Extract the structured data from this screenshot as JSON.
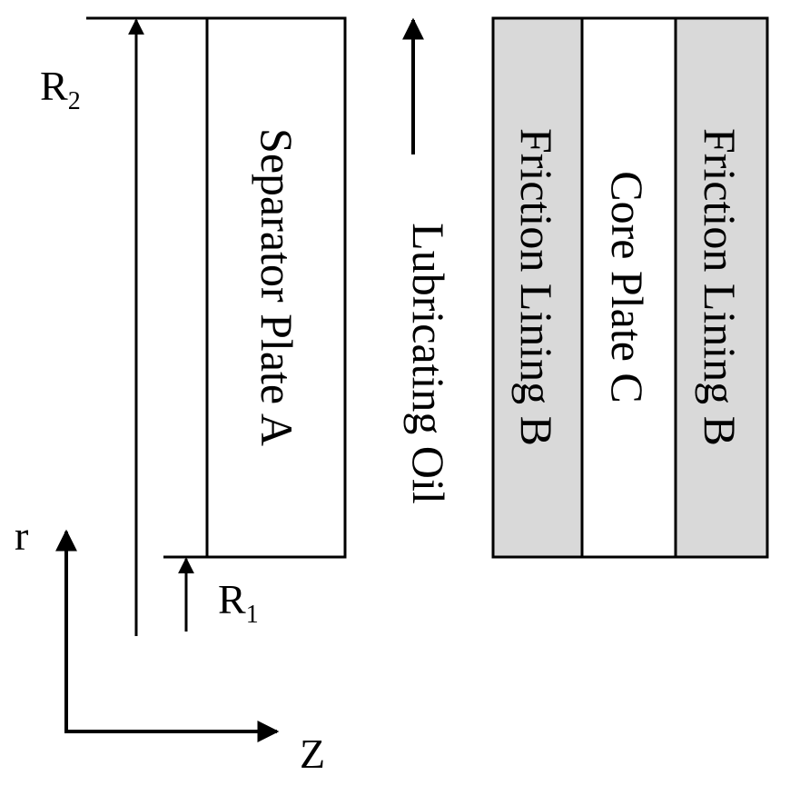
{
  "diagram": {
    "separator_plate": "Separator Plate A",
    "lubricating_oil": "Lubricating Oil",
    "friction_lining_left": "Friction Lining B",
    "core_plate": "Core Plate C",
    "friction_lining_right": "Friction Lining B",
    "r2_label": {
      "main": "R",
      "sub": "2"
    },
    "r1_label": {
      "main": "R",
      "sub": "1"
    },
    "r_axis": "r",
    "z_axis": "Z",
    "colors": {
      "lining_fill": "#d9d9d9",
      "plate_fill": "#ffffff",
      "stroke": "#000000"
    }
  }
}
